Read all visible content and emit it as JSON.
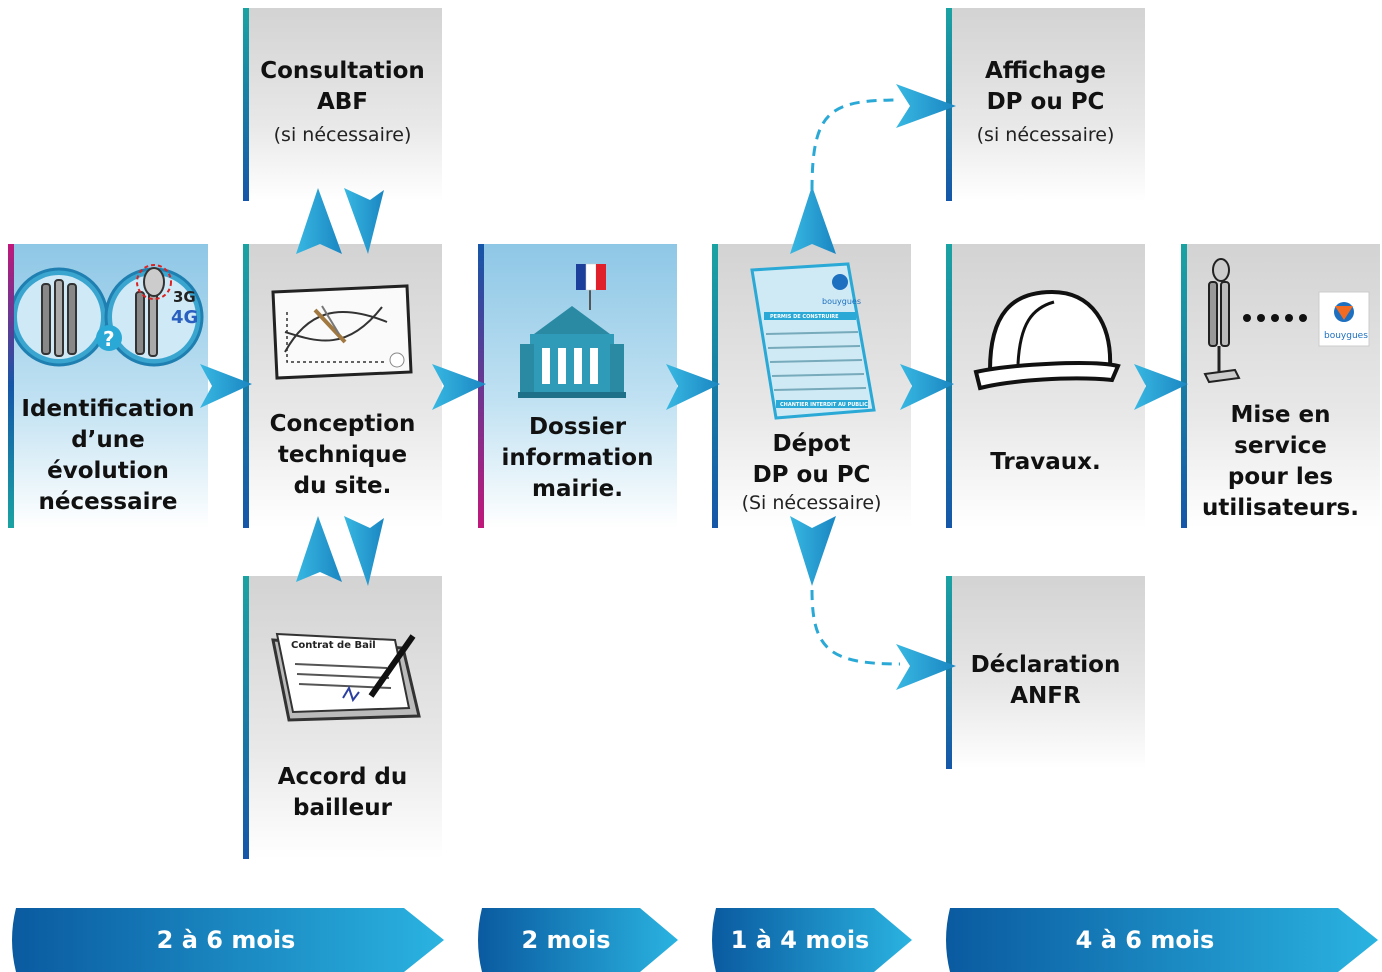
{
  "steps": {
    "identification": "Identification\nd’une\névolution\nnécessaire",
    "conception": "Conception\ntechnique\ndu site.",
    "consultation": "Consultation\nABF",
    "consultation_note": "(si nécessaire)",
    "accord": "Accord du\nbailleur",
    "dossier": "Dossier\ninformation\nmairie.",
    "depot": "Dépot\nDP ou PC",
    "depot_note": "(Si nécessaire)",
    "affichage": "Affichage\nDP ou PC",
    "affichage_note": "(si nécessaire)",
    "travaux": "Travaux.",
    "declaration": "Déclaration\nANFR",
    "mise": "Mise en\nservice\npour les\nutilisateurs."
  },
  "icons": {
    "identification": "antenna-upgrade-icon",
    "conception": "blueprint-icon",
    "accord": "contract-signing-icon",
    "dossier": "town-hall-icon",
    "depot": "building-permit-form-icon",
    "travaux": "hard-hat-icon",
    "mise": "antenna-service-icon"
  },
  "icon_text": {
    "tech_3g": "3G",
    "tech_4g": "4G",
    "question": "?",
    "contract_title": "Contrat\nde Bail",
    "permit_title": "PERMIS DE CONSTRUIRE",
    "permit_footer": "CHANTIER INTERDIT AU PUBLIC",
    "brand": "bouygues"
  },
  "timeline": [
    "2 à 6 mois",
    "2 mois",
    "1 à 4 mois",
    "4 à 6 mois"
  ],
  "colors": {
    "accent": "#2aa9d6",
    "dark_blue": "#0a5aa0",
    "teal": "#1aa3a3",
    "magenta": "#c0187a"
  }
}
